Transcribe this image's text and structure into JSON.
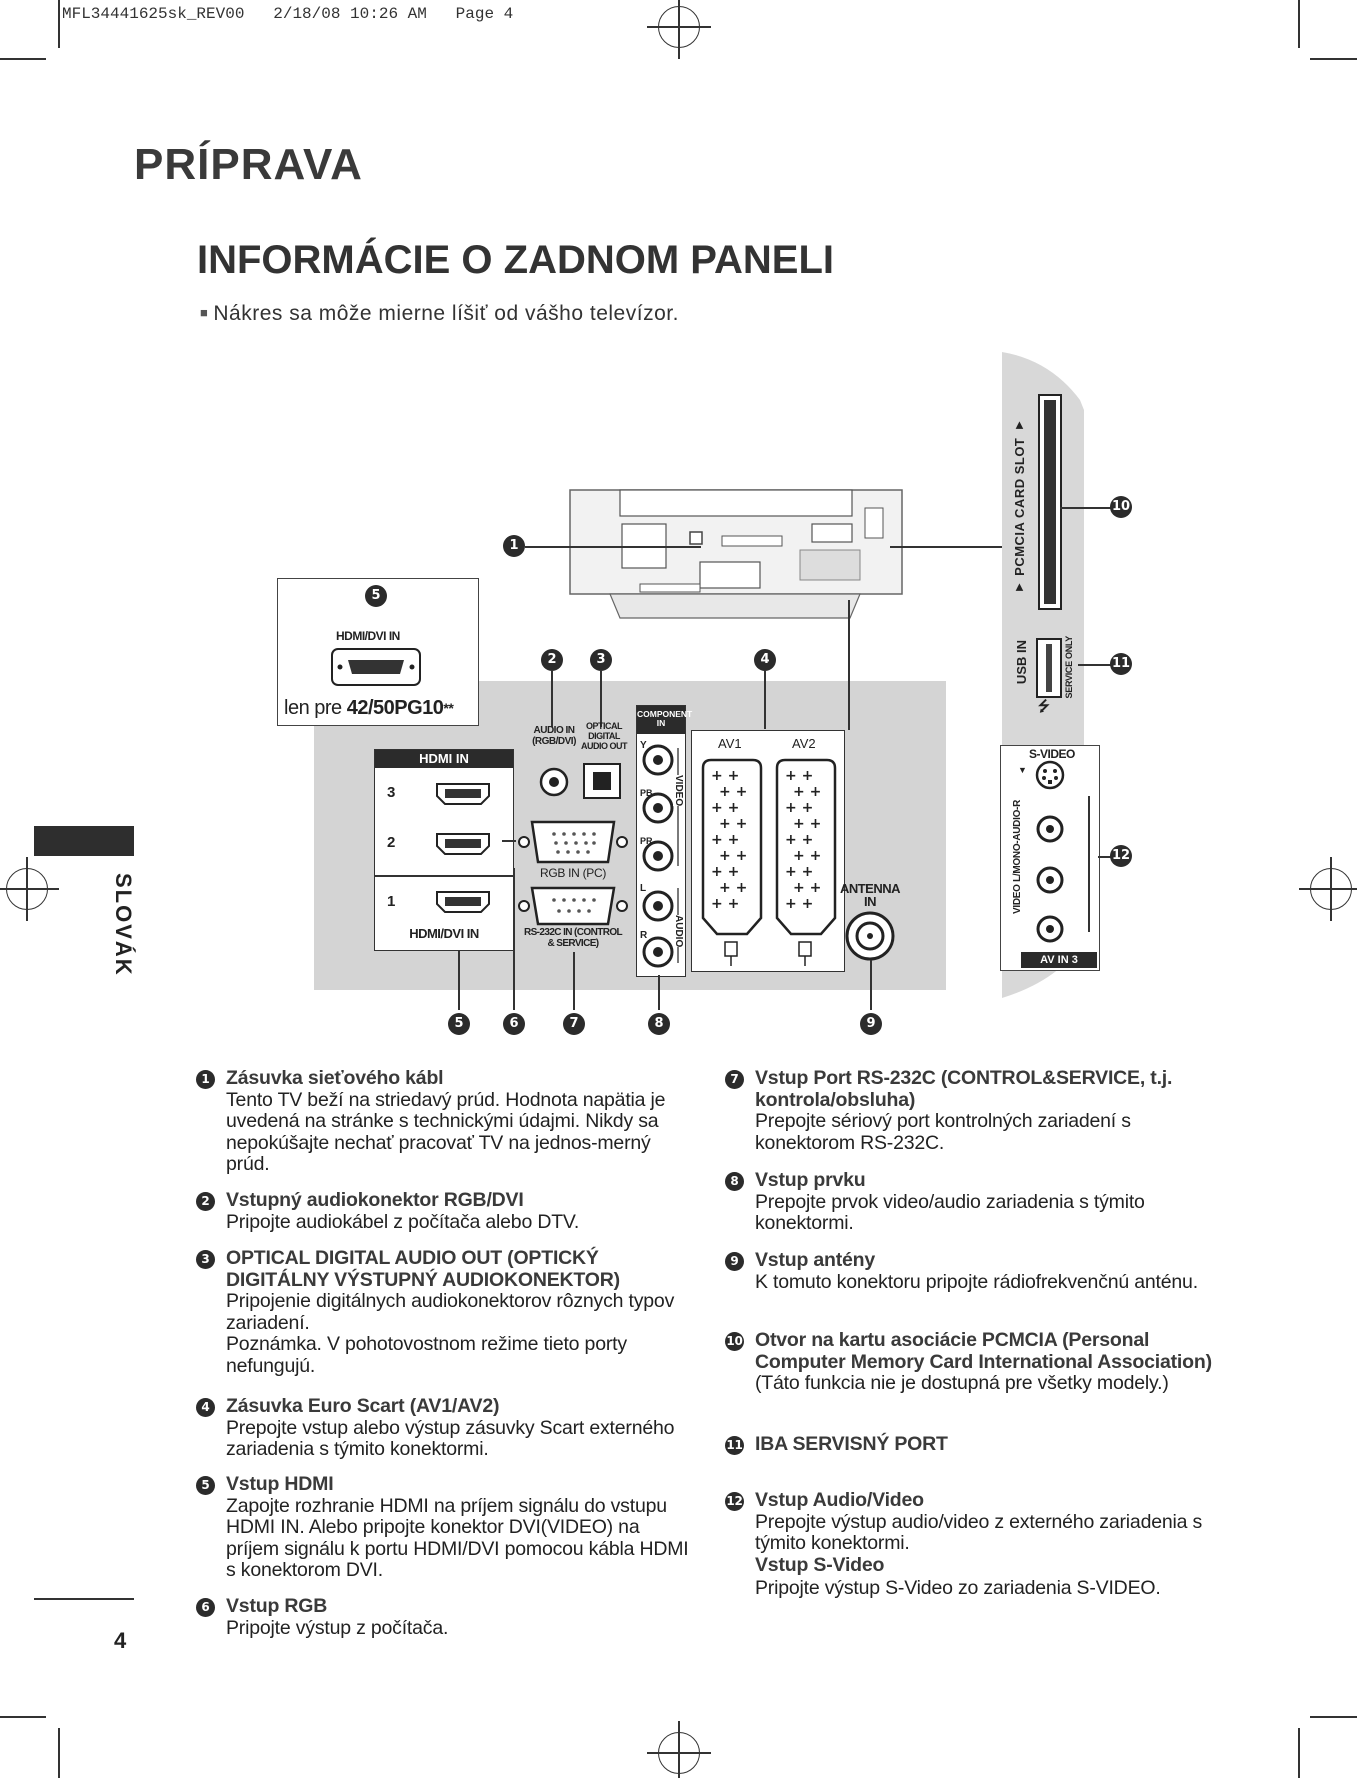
{
  "slug": "MFL34441625sk_REV00   2/18/08 10:26 AM   Page 4",
  "section_title": "PRÍPRAVA",
  "heading": "INFORMÁCIE O  ZADNOM PANELI",
  "note": "Nákres sa môže mierne líšiť od vášho televízor.",
  "side_label": "SLOVÁK",
  "page_number": "4",
  "diagram": {
    "hdmi_dvi_in_box": "HDMI/DVI IN",
    "model_note_prefix": "len pre ",
    "model_note_models": "42/50PG10",
    "model_note_suffix": "**",
    "audio_in": "AUDIO IN (RGB/DVI)",
    "optical_out": "OPTICAL DIGITAL AUDIO OUT",
    "component_in": "COMPONENT IN",
    "hdmi_in_header": "HDMI IN",
    "hdmi_ports": [
      "3",
      "2",
      "1"
    ],
    "hdmi_dvi_in_bottom": "HDMI/DVI IN",
    "rgb_in": "RGB IN (PC)",
    "rs232c": "RS-232C IN (CONTROL & SERVICE)",
    "component_y": "Y",
    "component_pb": "PB",
    "component_pr": "PR",
    "video": "VIDEO",
    "audio": "AUDIO",
    "audio_l": "L",
    "audio_r": "R",
    "av1": "AV1",
    "av2": "AV2",
    "antenna_in": "ANTENNA IN",
    "pcmcia_slot": "▼ PCMCIA CARD SLOT ▼",
    "usb_in": "USB IN",
    "service_only": "SERVICE ONLY",
    "s_video": "S-VIDEO",
    "side_audio": "VIDEO  L/MONO-AUDIO-R",
    "av_in_3": "AV IN 3",
    "callouts": [
      "1",
      "2",
      "3",
      "4",
      "5",
      "5",
      "6",
      "7",
      "8",
      "9",
      "10",
      "11",
      "12"
    ]
  },
  "items_left": [
    {
      "num": "1",
      "title": "Zásuvka sieťového kábl",
      "body": [
        "Tento TV beží na striedavý prúd. Hodnota napätia je uvedená na stránke s technickými údajmi. Nikdy sa nepokúšajte nechať pracovať TV na jednos-merný prúd."
      ]
    },
    {
      "num": "2",
      "title": "Vstupný audiokonektor RGB/DVI",
      "body": [
        "Pripojte audiokábel z  počítača alebo DTV."
      ]
    },
    {
      "num": "3",
      "title": "OPTICAL DIGITAL AUDIO OUT (OPTICKÝ DIGITÁLNY VÝSTUPNÝ AUDIOKONEKTOR)",
      "body": [
        "Pripojenie digitálnych audiokonektorov rôznych typov zariadení.",
        "Poznámka. V  pohotovostnom režime tieto porty nefungujú."
      ]
    },
    {
      "num": "4",
      "title": "Zásuvka Euro Scart (AV1/AV2)",
      "body": [
        "Prepojte vstup alebo výstup zásuvky Scart externého zariadenia s týmito konektormi."
      ]
    },
    {
      "num": "5",
      "title": "Vstup HDMI",
      "body": [
        "Zapojte rozhranie HDMI na príjem signálu do vstupu HDMI IN. Alebo pripojte konektor DVI(VIDEO) na príjem signálu k portu HDMI/DVI pomocou  kábla HDMI s  konektorom DVI."
      ]
    },
    {
      "num": "6",
      "title": "Vstup RGB",
      "body": [
        "Pripojte výstup z  počítača."
      ]
    }
  ],
  "items_right": [
    {
      "num": "7",
      "title": "Vstup Port RS-232C (CONTROL&SERVICE, t.j. kontrola/obsluha)",
      "body": [
        "Prepojte sériový port kontrolných zariadení s konektorom RS-232C."
      ]
    },
    {
      "num": "8",
      "title": "Vstup prvku",
      "body": [
        "Prepojte prvok video/audio zariadenia s týmito konektormi."
      ]
    },
    {
      "num": "9",
      "title": "Vstup antény",
      "body": [
        "K  tomuto konektoru pripojte rádiofrekvenčnú anténu."
      ]
    },
    {
      "num": "10",
      "title": "Otvor na kartu asociácie PCMCIA (Personal Computer Memory Card International Association)",
      "body": [
        "(Táto funkcia nie je dostupná pre všetky modely.)"
      ]
    },
    {
      "num": "11",
      "title": "IBA SERVISNÝ PORT",
      "body": []
    },
    {
      "num": "12",
      "title": "Vstup Audio/Video",
      "body": [
        "Prepojte výstup audio/video z externého zariadenia s týmito konektormi."
      ],
      "subtitle": "Vstup S-Video",
      "subbody": "Pripojte výstup S-Video zo zariadenia S-VIDEO."
    }
  ]
}
